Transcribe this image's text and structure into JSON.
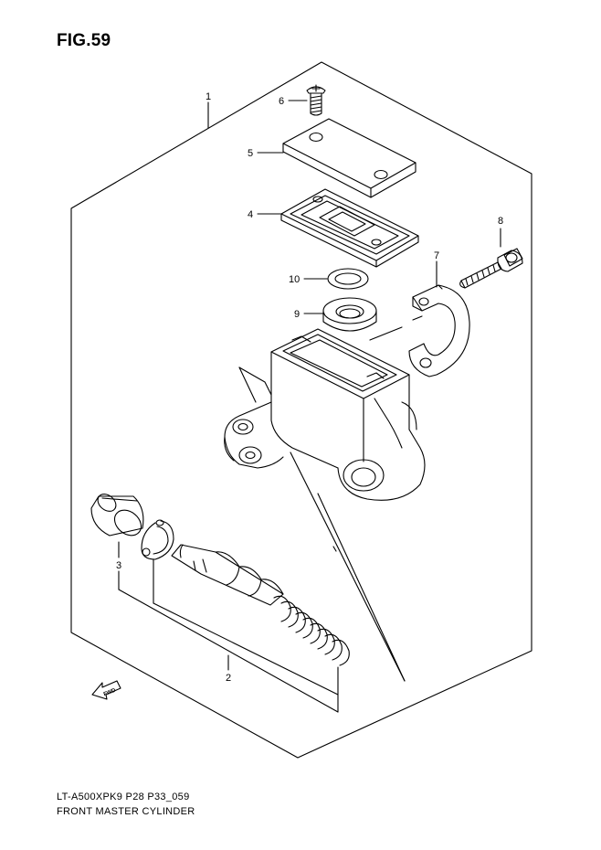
{
  "figure": {
    "title": "FIG.59",
    "code": "LT-A500XPK9 P28 P33_059",
    "name": "FRONT MASTER CYLINDER"
  },
  "callouts": {
    "c1": "1",
    "c2": "2",
    "c3": "3",
    "c4": "4",
    "c5": "5",
    "c6": "6",
    "c7": "7",
    "c8": "8",
    "c9": "9",
    "c10": "10"
  },
  "fwd_label": "FWD",
  "colors": {
    "line": "#000000",
    "background": "#ffffff"
  }
}
